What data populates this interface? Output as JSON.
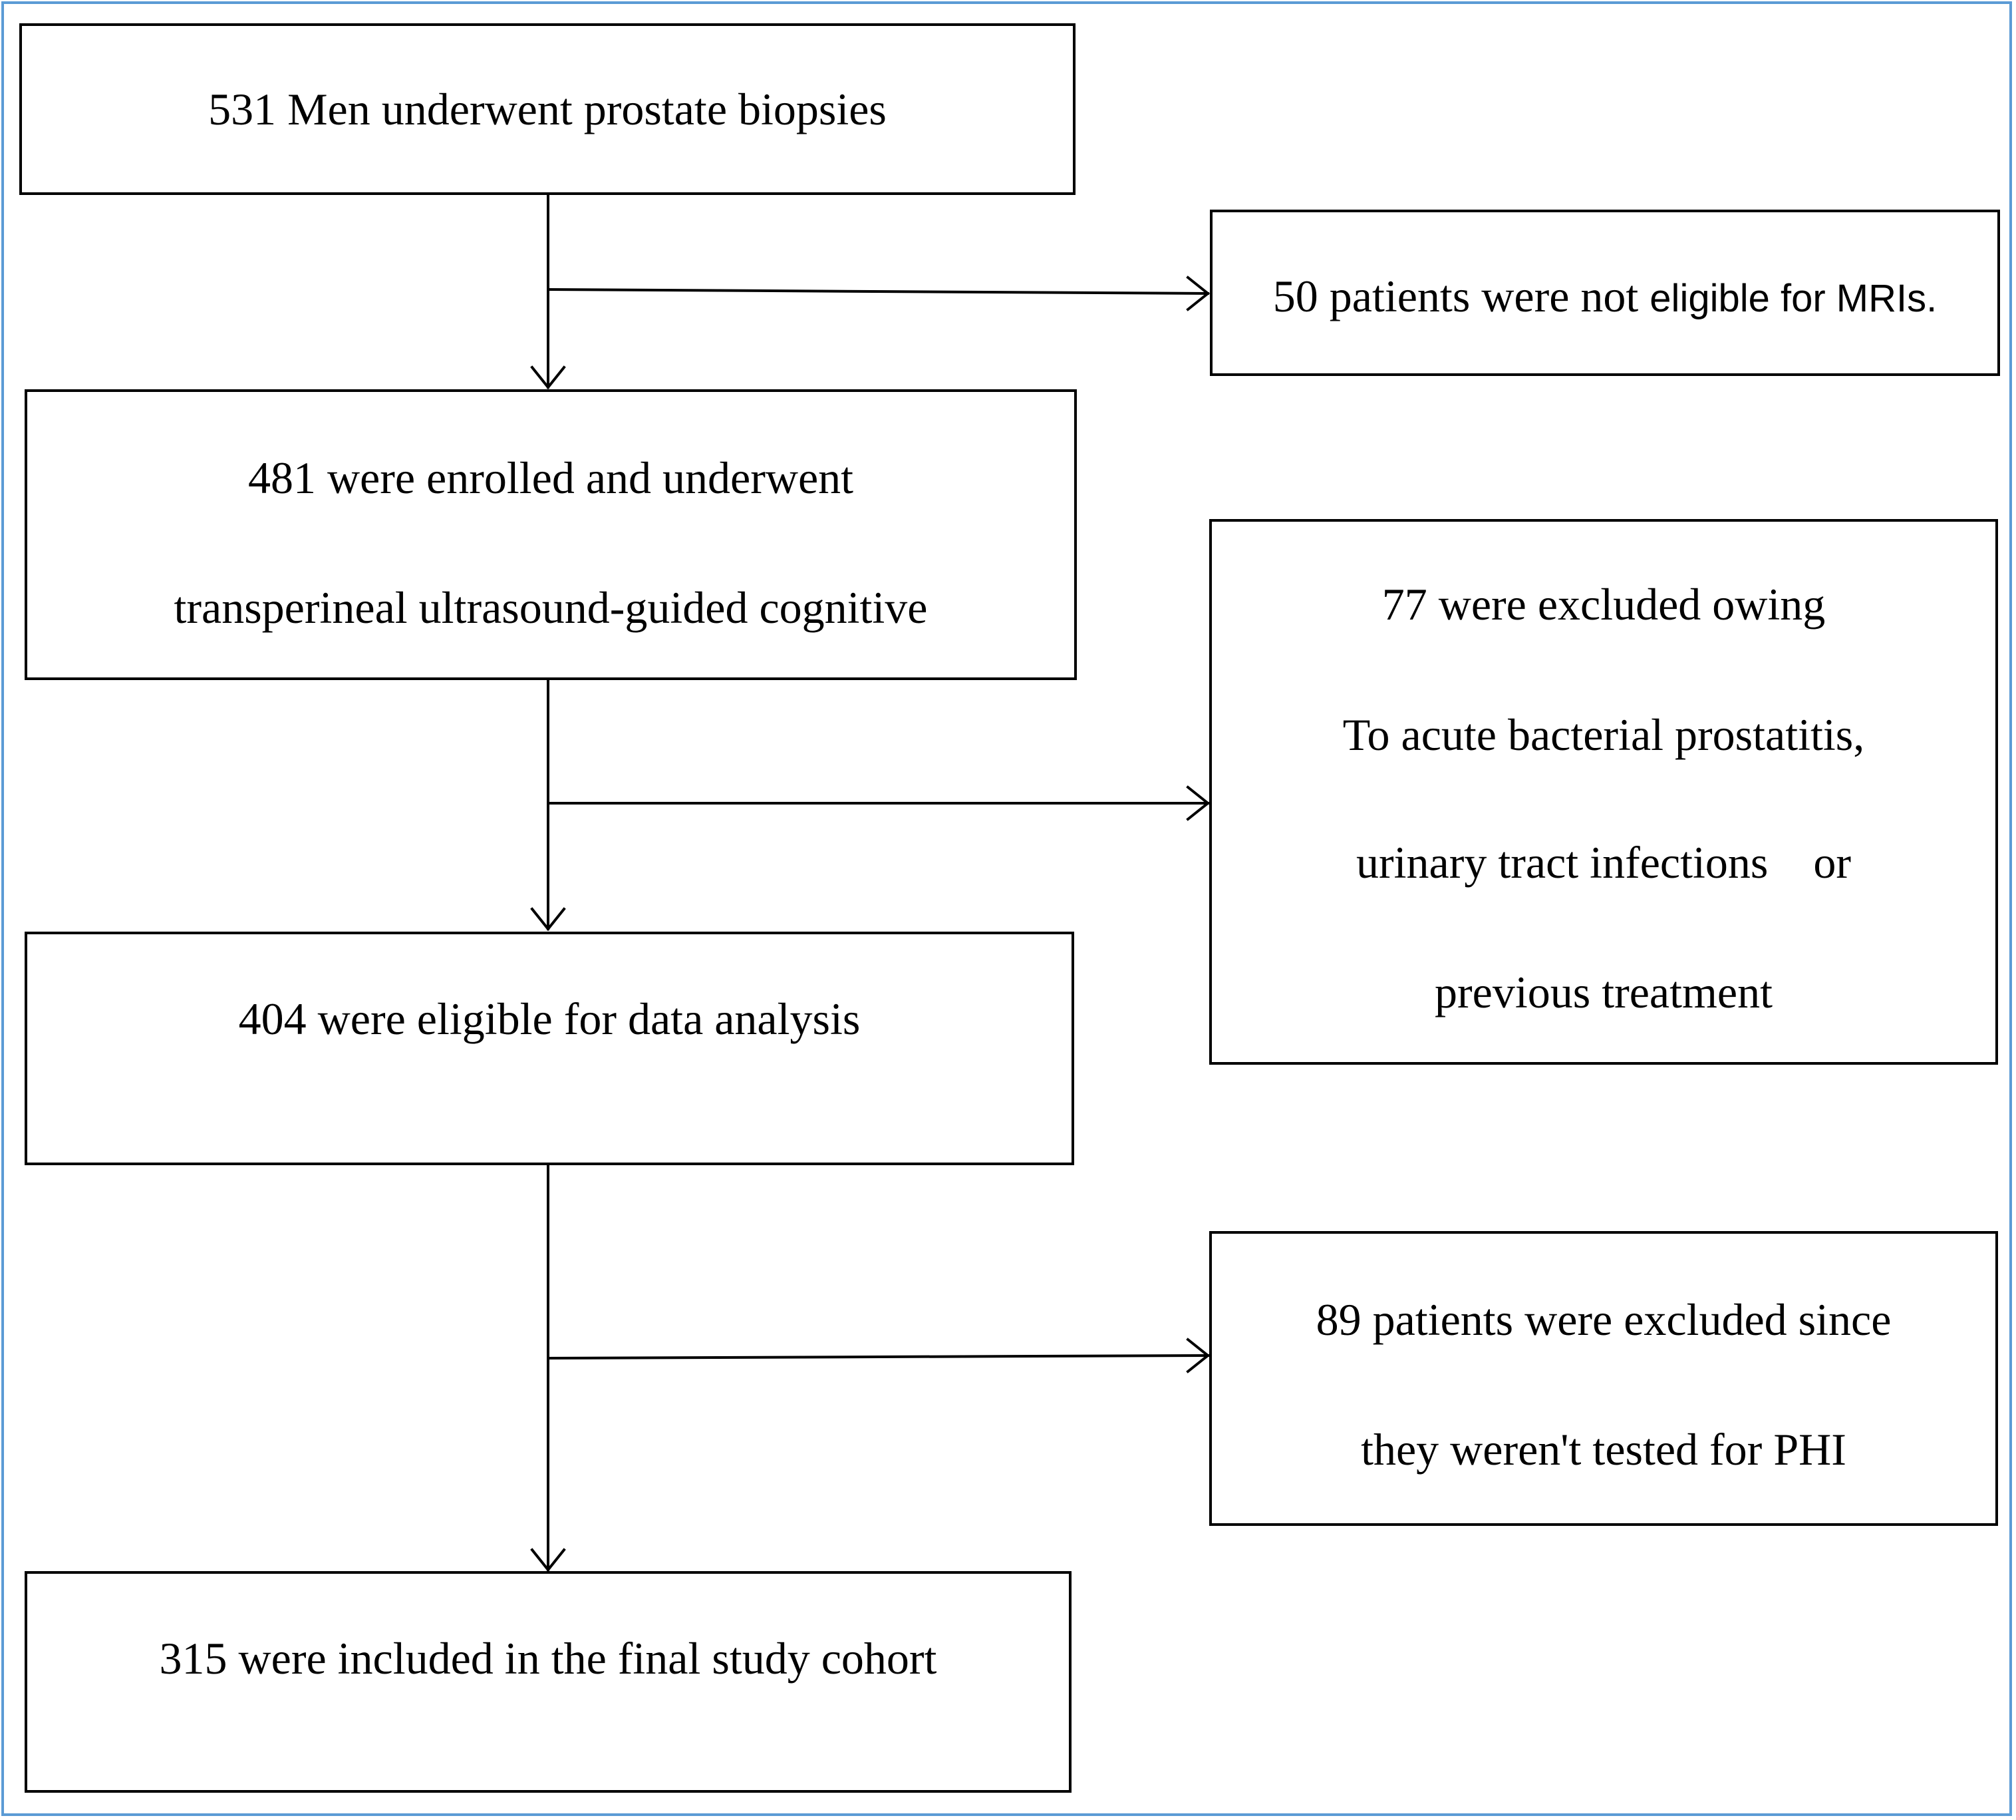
{
  "colors": {
    "frame": "#5b9bd5",
    "box_border": "#000000",
    "text": "#000000"
  },
  "boxes": {
    "biopsies": {
      "lines": [
        "531 Men underwent prostate biopsies"
      ]
    },
    "not_eligible_mri": {
      "text_serif": "50 patients were not ",
      "text_sans": "eligible for MRIs."
    },
    "enrolled": {
      "lines": [
        "481 were enrolled and underwent",
        "transperineal ultrasound-guided cognitive"
      ]
    },
    "excluded_infection": {
      "lines": [
        "77 were excluded owing",
        "To acute bacterial prostatitis,",
        "urinary tract infections    or",
        "previous treatment"
      ]
    },
    "eligible_analysis": {
      "lines": [
        "404 were eligible for data analysis"
      ]
    },
    "excluded_phi": {
      "lines": [
        "89 patients were excluded since",
        "they weren't tested for PHI"
      ]
    },
    "final_cohort": {
      "lines": [
        "315 were included in the final study cohort"
      ]
    }
  }
}
